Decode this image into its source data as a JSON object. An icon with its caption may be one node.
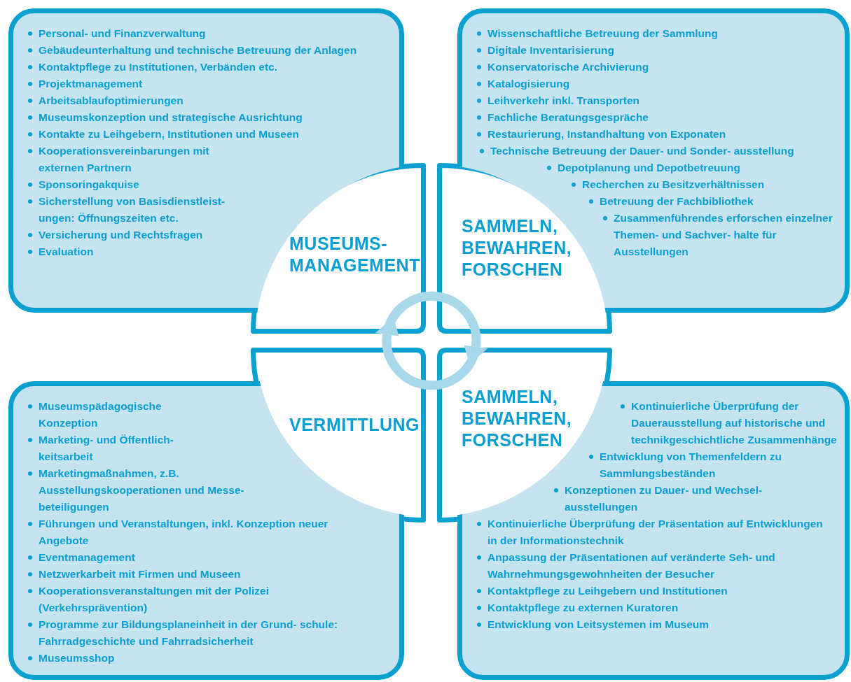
{
  "diagram": {
    "nodes": [
      {
        "text": [
          "Personal- und Finanzverwaltung",
          "Gebäudeunterhaltung und technische Betreuung der Anlagen",
          "Kontaktpflege zu Institutionen, Verbänden etc.",
          "Projektmanagement",
          "Arbeitsablaufoptimierungen",
          "Museumskonzeption und strategische Ausrichtung",
          "Kontakte zu Leihgebern, Institutionen und Museen",
          "Kooperationsvereinbarungen mit externen Partnern",
          "Sponsoringakquise",
          "Sicherstellung von Basisdienstleist- ungen: Öffnungszeiten etc.",
          "Versicherung und Rechtsfragen",
          "Evaluation"
        ]
      },
      {
        "text": [
          "Wissenschaftliche Betreuung der Sammlung",
          "Digitale Inventarisierung",
          "Konservatorische Archivierung",
          "Katalogisierung",
          "Leihverkehr inkl. Transporten",
          "Fachliche Beratungsgespräche",
          "Restaurierung, Instandhaltung von Exponaten",
          "Technische Betreuung der Dauer- und Sonder- ausstellung",
          "Depotplanung und Depotbetreuung",
          "Recherchen zu Besitzverhältnissen",
          "Betreuung der Fachbibliothek",
          "Zusammenführendes erforschen einzelner Themen- und Sachver- halte für Ausstellungen"
        ]
      },
      {
        "text": [
          "MUSEUMS- MANAGEMENT"
        ]
      },
      {
        "text": [
          "SAMMELN, BEWAHREN, FORSCHEN"
        ]
      },
      {
        "text": [
          "VERMITTLUNG"
        ]
      },
      {
        "text": [
          "SAMMELN, BEWAHREN, FORSCHEN"
        ]
      },
      {
        "text": [
          "Museumspädagogische Konzeption",
          "Marketing- und Öffentlich- keitsarbeit",
          "Marketingmaßnahmen, z.B. Ausstellungskooperationen und Messe- beteiligungen",
          "Führungen und Veranstaltungen, inkl. Konzeption neuer Angebote",
          "Eventmanagement",
          "Netzwerkarbeit mit Firmen und Museen",
          "Kooperationsveranstaltungen mit der Polizei (Verkehrsprävention)",
          "Programme zur Bildungsplaneinheit in der Grund- schule: Fahrradgeschichte und Fahrradsicherheit",
          "Museumsshop"
        ]
      },
      {
        "text": [
          "Kontinuierliche Überprüfung der Dauerausstellung auf historische und technikgeschichtliche Zusammenhänge",
          "Entwicklung von Themenfeldern zu Sammlungsbeständen",
          "Konzeptionen zu Dauer- und Wechsel- ausstellungen",
          "Kontinuierliche Überprüfung der Präsentation auf Entwicklungen in der Informationstechnik",
          "Anpassung der Präsentationen auf veränderte Seh- und Wahrnehmungsgewohnheiten der Besucher",
          "Kontaktpflege zu Leihgebern und Institutionen",
          "Kontaktpflege zu externen Kuratoren",
          "Entwicklung von Leitsystemen im Museum"
        ]
      }
    ]
  }
}
